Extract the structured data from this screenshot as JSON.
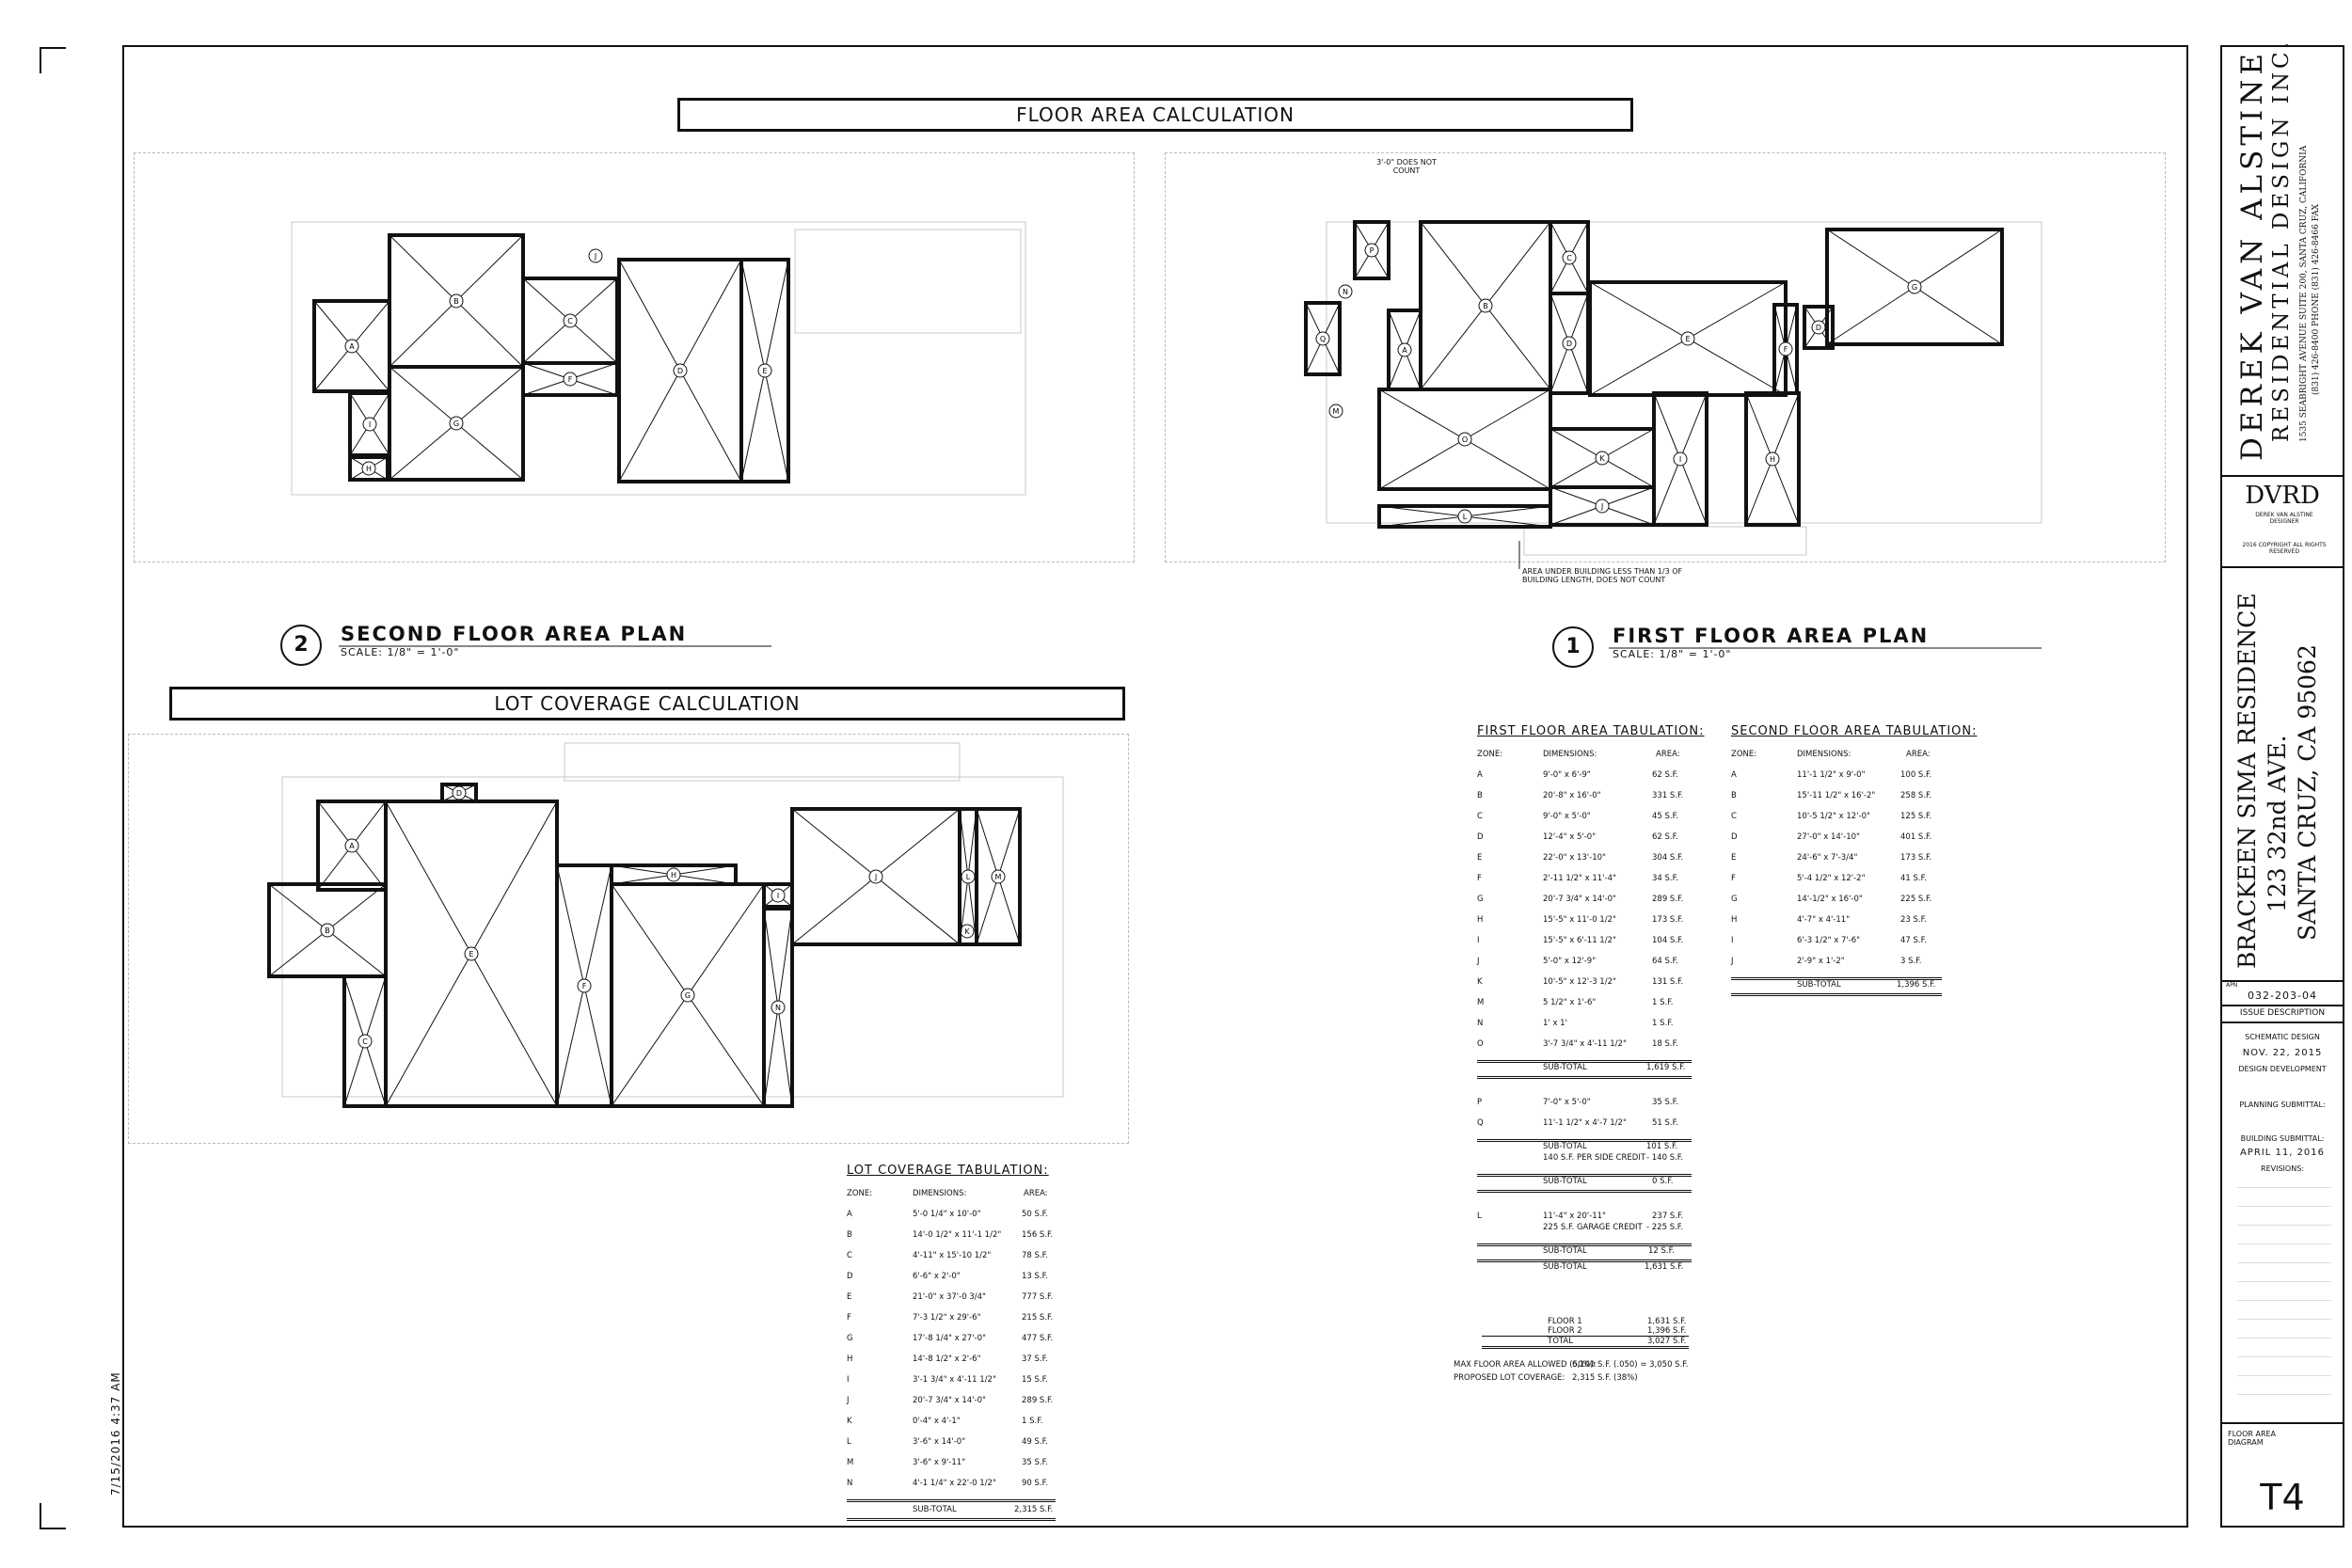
{
  "banners": {
    "floor_area": "FLOOR AREA CALCULATION",
    "lot_coverage": "LOT COVERAGE CALCULATION"
  },
  "plans": {
    "second": {
      "number": "2",
      "title": "SECOND FLOOR AREA PLAN",
      "scale": "SCALE: 1/8\" = 1'-0\""
    },
    "first": {
      "number": "1",
      "title": "FIRST FLOOR AREA PLAN",
      "scale": "SCALE: 1/8\" = 1'-0\""
    }
  },
  "annotations": {
    "does_not_count_top": "3'-0\" DOES NOT COUNT",
    "area_under_building": "AREA UNDER BUILDING LESS THAN 1/3 OF BUILDING LENGTH, DOES NOT COUNT"
  },
  "lot_coverage_tabulation": {
    "title": "LOT COVERAGE TABULATION:",
    "headers": [
      "ZONE:",
      "DIMENSIONS:",
      "AREA:"
    ],
    "rows": [
      [
        "A",
        "5'-0 1/4\" x 10'-0\"",
        "50 S.F."
      ],
      [
        "B",
        "14'-0 1/2\" x 11'-1 1/2\"",
        "156 S.F."
      ],
      [
        "C",
        "4'-11\" x 15'-10 1/2\"",
        "78 S.F."
      ],
      [
        "D",
        "6'-6\" x 2'-0\"",
        "13 S.F."
      ],
      [
        "E",
        "21'-0\" x 37'-0 3/4\"",
        "777 S.F."
      ],
      [
        "F",
        "7'-3 1/2\" x 29'-6\"",
        "215 S.F."
      ],
      [
        "G",
        "17'-8 1/4\" x 27'-0\"",
        "477 S.F."
      ],
      [
        "H",
        "14'-8 1/2\" x 2'-6\"",
        "37 S.F."
      ],
      [
        "I",
        "3'-1 3/4\" x 4'-11 1/2\"",
        "15 S.F."
      ],
      [
        "J",
        "20'-7 3/4\" x 14'-0\"",
        "289 S.F."
      ],
      [
        "K",
        "0'-4\" x 4'-1\"",
        "1 S.F."
      ],
      [
        "L",
        "3'-6\" x 14'-0\"",
        "49 S.F."
      ],
      [
        "M",
        "3'-6\" x 9'-11\"",
        "35 S.F."
      ],
      [
        "N",
        "4'-1 1/4\" x 22'-0 1/2\"",
        "90 S.F."
      ]
    ],
    "subtotal": [
      "SUB-TOTAL",
      "2,315 S.F."
    ]
  },
  "first_floor_tabulation": {
    "title": "FIRST FLOOR AREA TABULATION:",
    "headers": [
      "ZONE:",
      "DIMENSIONS:",
      "AREA:"
    ],
    "rows": [
      [
        "A",
        "9'-0\" x 6'-9\"",
        "62 S.F."
      ],
      [
        "B",
        "20'-8\" x 16'-0\"",
        "331 S.F."
      ],
      [
        "C",
        "9'-0\" x 5'-0\"",
        "45 S.F."
      ],
      [
        "D",
        "12'-4\" x 5'-0\"",
        "62 S.F."
      ],
      [
        "E",
        "22'-0\" x 13'-10\"",
        "304 S.F."
      ],
      [
        "F",
        "2'-11 1/2\" x 11'-4\"",
        "34 S.F."
      ],
      [
        "G",
        "20'-7 3/4\" x 14'-0\"",
        "289 S.F."
      ],
      [
        "H",
        "15'-5\" x 11'-0 1/2\"",
        "173 S.F."
      ],
      [
        "I",
        "15'-5\" x 6'-11 1/2\"",
        "104 S.F."
      ],
      [
        "J",
        "5'-0\" x 12'-9\"",
        "64 S.F."
      ],
      [
        "K",
        "10'-5\" x 12'-3 1/2\"",
        "131 S.F."
      ],
      [
        "M",
        "5 1/2\" x 1'-6\"",
        "1 S.F."
      ],
      [
        "N",
        "1' x 1'",
        "1 S.F."
      ],
      [
        "O",
        "3'-7 3/4\" x 4'-11 1/2\"",
        "18 S.F."
      ]
    ],
    "subtotal1": [
      "SUB-TOTAL",
      "1,619 S.F."
    ],
    "rows2": [
      [
        "P",
        "7'-0\" x 5'-0\"",
        "35 S.F."
      ],
      [
        "Q",
        "11'-1 1/2\" x 4'-7 1/2\"",
        "51 S.F."
      ]
    ],
    "sub2_line1": [
      "SUB-TOTAL",
      "101 S.F."
    ],
    "sub2_line2": [
      "140 S.F. PER SIDE CREDIT",
      "- 140 S.F."
    ],
    "subtotal3": [
      "SUB-TOTAL",
      "0 S.F."
    ],
    "rows3": [
      [
        "L",
        "11'-4\" x 20'-11\"",
        "237 S.F."
      ]
    ],
    "garage_credit": [
      "225 S.F. GARAGE CREDIT",
      "- 225 S.F."
    ],
    "subtotal4": [
      "SUB-TOTAL",
      "12 S.F."
    ],
    "subtotal5": [
      "SUB-TOTAL",
      "1,631 S.F."
    ]
  },
  "second_floor_tabulation": {
    "title": "SECOND FLOOR AREA TABULATION:",
    "headers": [
      "ZONE:",
      "DIMENSIONS:",
      "AREA:"
    ],
    "rows": [
      [
        "A",
        "11'-1 1/2\" x 9'-0\"",
        "100 S.F."
      ],
      [
        "B",
        "15'-11 1/2\" x 16'-2\"",
        "258 S.F."
      ],
      [
        "C",
        "10'-5 1/2\" x 12'-0\"",
        "125 S.F."
      ],
      [
        "D",
        "27'-0\" x 14'-10\"",
        "401 S.F."
      ],
      [
        "E",
        "24'-6\" x 7'-3/4\"",
        "173 S.F."
      ],
      [
        "F",
        "5'-4 1/2\" x 12'-2\"",
        "41 S.F."
      ],
      [
        "G",
        "14'-1/2\" x 16'-0\"",
        "225 S.F."
      ],
      [
        "H",
        "4'-7\" x 4'-11\"",
        "23 S.F."
      ],
      [
        "I",
        "6'-3 1/2\" x 7'-6\"",
        "47 S.F."
      ],
      [
        "J",
        "2'-9\" x 1'-2\"",
        "3 S.F."
      ]
    ],
    "subtotal": [
      "SUB-TOTAL",
      "1,396 S.F."
    ]
  },
  "totals": {
    "floor1": [
      "FLOOR 1",
      "1,631 S.F."
    ],
    "floor2": [
      "FLOOR 2",
      "1,396 S.F."
    ],
    "total": [
      "TOTAL",
      "3,027 S.F."
    ],
    "max_floor": [
      "MAX FLOOR AREA ALLOWED (50%):",
      "6,100 S.F. (.050) = 3,050 S.F."
    ],
    "proposed_lot": [
      "PROPOSED LOT COVERAGE:",
      "2,315 S.F. (38%)"
    ]
  },
  "date_stamp": "7/15/2016 4:37 AM",
  "title_block": {
    "firm_name": "DEREK VAN ALSTINE",
    "firm_sub": "RESIDENTIAL DESIGN INC.",
    "address": "1535 SEABRIGHT AVENUE SUITE 200, SANTA CRUZ, CALIFORNIA",
    "phone": "(831) 426-8400 PHONE (831) 426-8466 FAX",
    "logo": "DVRD",
    "logo_sub": "DEREK VAN ALSTINE DESIGNER",
    "copyright": "2016 COPYRIGHT ALL RIGHTS RESERVED",
    "project_name": "BRACKEEN SIMA RESIDENCE",
    "project_street": "123 32nd AVE.",
    "project_city": "SANTA CRUZ, CA 95062",
    "apn_label": "APN",
    "apn": "032-203-04",
    "issue_description": "ISSUE DESCRIPTION",
    "schematic_design": "SCHEMATIC DESIGN",
    "schematic_date": "NOV. 22, 2015",
    "design_development": "DESIGN DEVELOPMENT",
    "planning_submittal": "PLANNING SUBMITTAL:",
    "building_submittal": "BUILDING SUBMITTAL:",
    "building_date": "APRIL 11, 2016",
    "revisions": "REVISIONS:",
    "sheet_description": "FLOOR AREA DIAGRAM",
    "sheet_number": "T4"
  },
  "zone_labels": {
    "second_floor": [
      "A",
      "B",
      "C",
      "D",
      "E",
      "F",
      "G",
      "H",
      "I",
      "J"
    ],
    "first_floor": [
      "A",
      "B",
      "C",
      "D",
      "E",
      "F",
      "G",
      "H",
      "I",
      "J",
      "K",
      "L",
      "M",
      "N",
      "O",
      "P",
      "Q"
    ],
    "lot_coverage": [
      "A",
      "B",
      "C",
      "D",
      "E",
      "F",
      "G",
      "H",
      "I",
      "J",
      "K",
      "L",
      "M",
      "N"
    ]
  }
}
